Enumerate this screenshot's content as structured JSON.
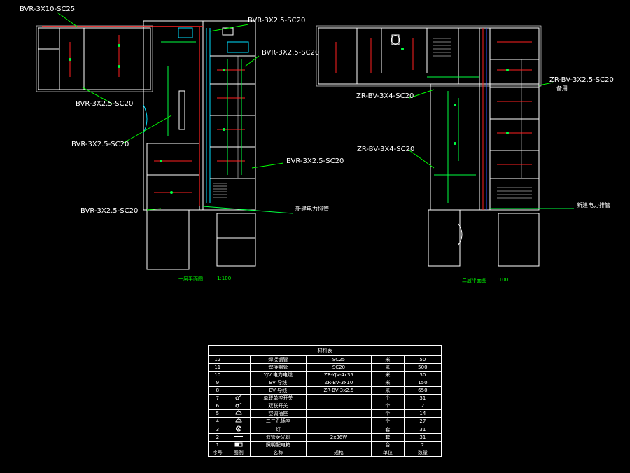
{
  "labels": {
    "l1": "BVR-3X10-SC25",
    "l2": "BVR-3X2.5-SC20",
    "l3": "BVR-3X2.5-SC20",
    "l4": "BVR-3X2.5-SC20",
    "l5": "BVR-3X2.5-SC20",
    "l6": "BVR-3X2.5-SC20",
    "l7": "BVR-3X2.5-SC20",
    "r1": "ZR-BV-3X4-SC20",
    "r2": "ZR-BV-3X4-SC20",
    "r3": "ZR-BV-3X2.5-SC20",
    "r3b": "备用",
    "note_left": "新建电力排管",
    "note_right": "新建电力排管"
  },
  "plans": {
    "left_title": "一层平面图",
    "left_scale": "1:100",
    "right_title": "二层平面图",
    "right_scale": "1:100"
  },
  "legend": {
    "title": "材料表",
    "rows": [
      [
        "12",
        "",
        "焊接钢管",
        "SC25",
        "米",
        "50"
      ],
      [
        "11",
        "",
        "焊接钢管",
        "SC20",
        "米",
        "500"
      ],
      [
        "10",
        "",
        "YJV 电力电缆",
        "ZR-YJV-4x35",
        "米",
        "30"
      ],
      [
        "9",
        "",
        "BV 导线",
        "ZR-BV-3x10",
        "米",
        "150"
      ],
      [
        "8",
        "",
        "BV 导线",
        "ZR-BV-3x2.5",
        "米",
        "650"
      ],
      [
        "7",
        "switch-icon",
        "单联单控开关",
        "",
        "个",
        "31"
      ],
      [
        "6",
        "switch-icon",
        "双联开关",
        "",
        "个",
        "2"
      ],
      [
        "5",
        "socket-icon",
        "空调插座",
        "",
        "个",
        "14"
      ],
      [
        "4",
        "socket-icon",
        "二三孔插座",
        "",
        "个",
        "27"
      ],
      [
        "3",
        "lamp-icon",
        "灯",
        "",
        "套",
        "31"
      ],
      [
        "2",
        "tube-icon",
        "双管荧光灯",
        "2x36W",
        "套",
        "31"
      ],
      [
        "1",
        "panel-icon",
        "照明配电箱",
        "",
        "台",
        "2"
      ]
    ],
    "header": [
      "序号",
      "图例",
      "名称",
      "规格",
      "单位",
      "数量"
    ]
  },
  "colors": {
    "wall": "#ffffff",
    "wire_red": "#ff2020",
    "wire_green": "#00ff40",
    "wire_cyan": "#00e0ff",
    "wire_blue": "#3050ff",
    "leader": "#00ff00"
  }
}
